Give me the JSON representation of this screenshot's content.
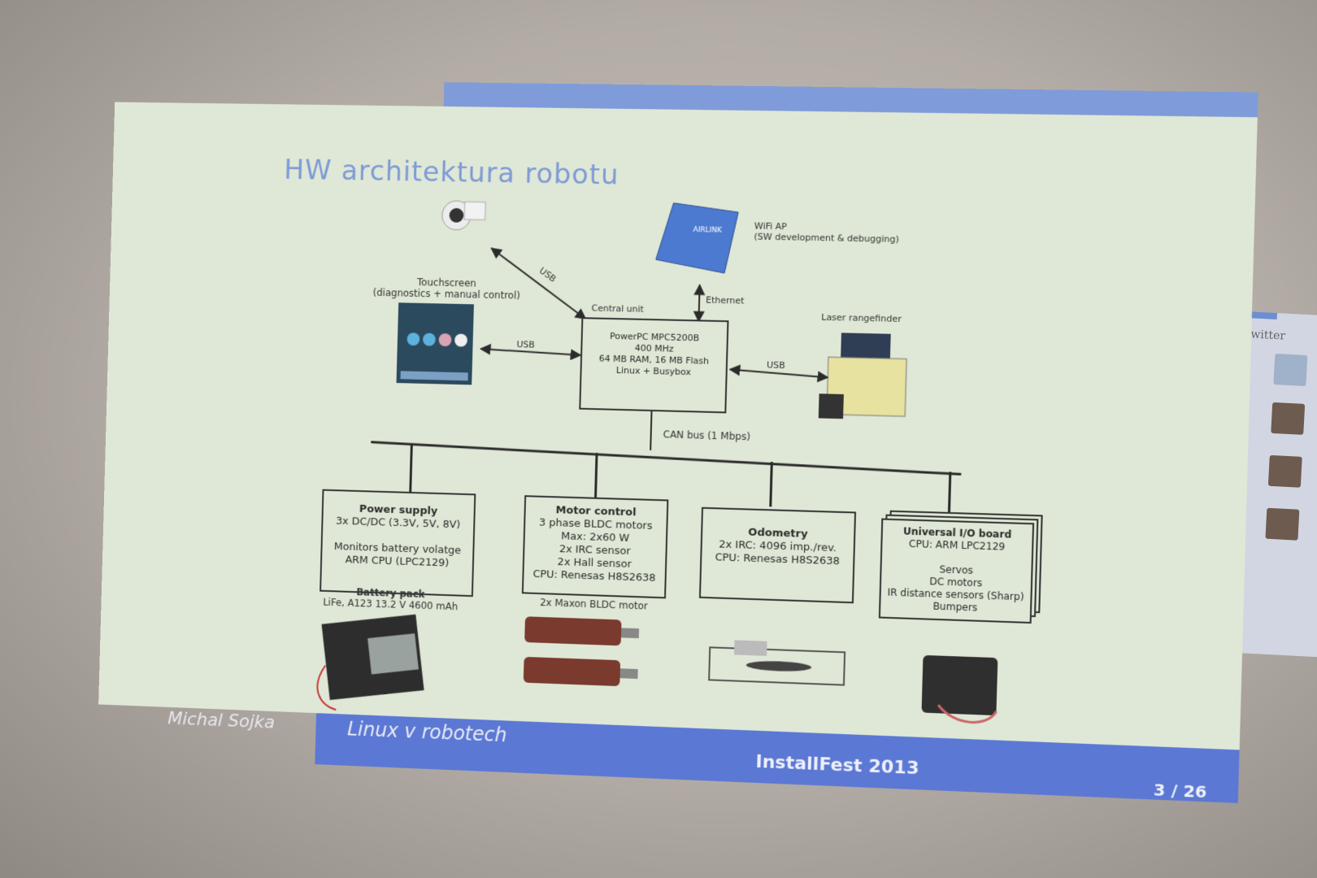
{
  "slide": {
    "title": "HW architektura robotu",
    "footer_author": "Michal Sojka",
    "footer_title": "Linux v robotech",
    "footer_event": "InstallFest 2013",
    "footer_page": "3 / 26"
  },
  "diagram": {
    "wifi_ap": "WiFi AP",
    "wifi_ap_note": "(SW development & debugging)",
    "touchscreen": "Touchscreen",
    "touchscreen_note": "(diagnostics + manual control)",
    "laser": "Laser rangefinder",
    "central_label": "Central unit",
    "central_lines": [
      "PowerPC MPC5200B",
      "400 MHz",
      "64 MB RAM, 16 MB Flash",
      "Linux + Busybox"
    ],
    "usb": "USB",
    "ethernet": "Ethernet",
    "can_bus": "CAN bus (1 Mbps)",
    "power": {
      "title": "Power supply",
      "lines": [
        "3x DC/DC (3.3V, 5V, 8V)",
        "",
        "Monitors battery volatge",
        "ARM CPU (LPC2129)"
      ]
    },
    "motor": {
      "title": "Motor control",
      "lines": [
        "3 phase BLDC motors",
        "Max: 2x60 W",
        "2x IRC sensor",
        "2x Hall sensor",
        "CPU: Renesas H8S2638"
      ]
    },
    "odometry": {
      "title": "Odometry",
      "lines": [
        "2x IRC: 4096 imp./rev.",
        "CPU: Renesas H8S2638"
      ]
    },
    "io_board": {
      "title": "Universal I/O board",
      "lines": [
        "CPU: ARM LPC2129",
        "",
        "Servos",
        "DC motors",
        "IR distance sensors (Sharp)",
        "Bumpers"
      ]
    },
    "battery_title": "Battery pack",
    "battery_note": "LiFe, A123  13.2 V  4600 mAh",
    "motor_caption": "2x Maxon BLDC motor"
  },
  "side_window": {
    "title": "Twitter"
  },
  "colors": {
    "slide_bg": "#dfe8d6",
    "accent": "#5b78d4",
    "title": "#7e9ad6"
  }
}
